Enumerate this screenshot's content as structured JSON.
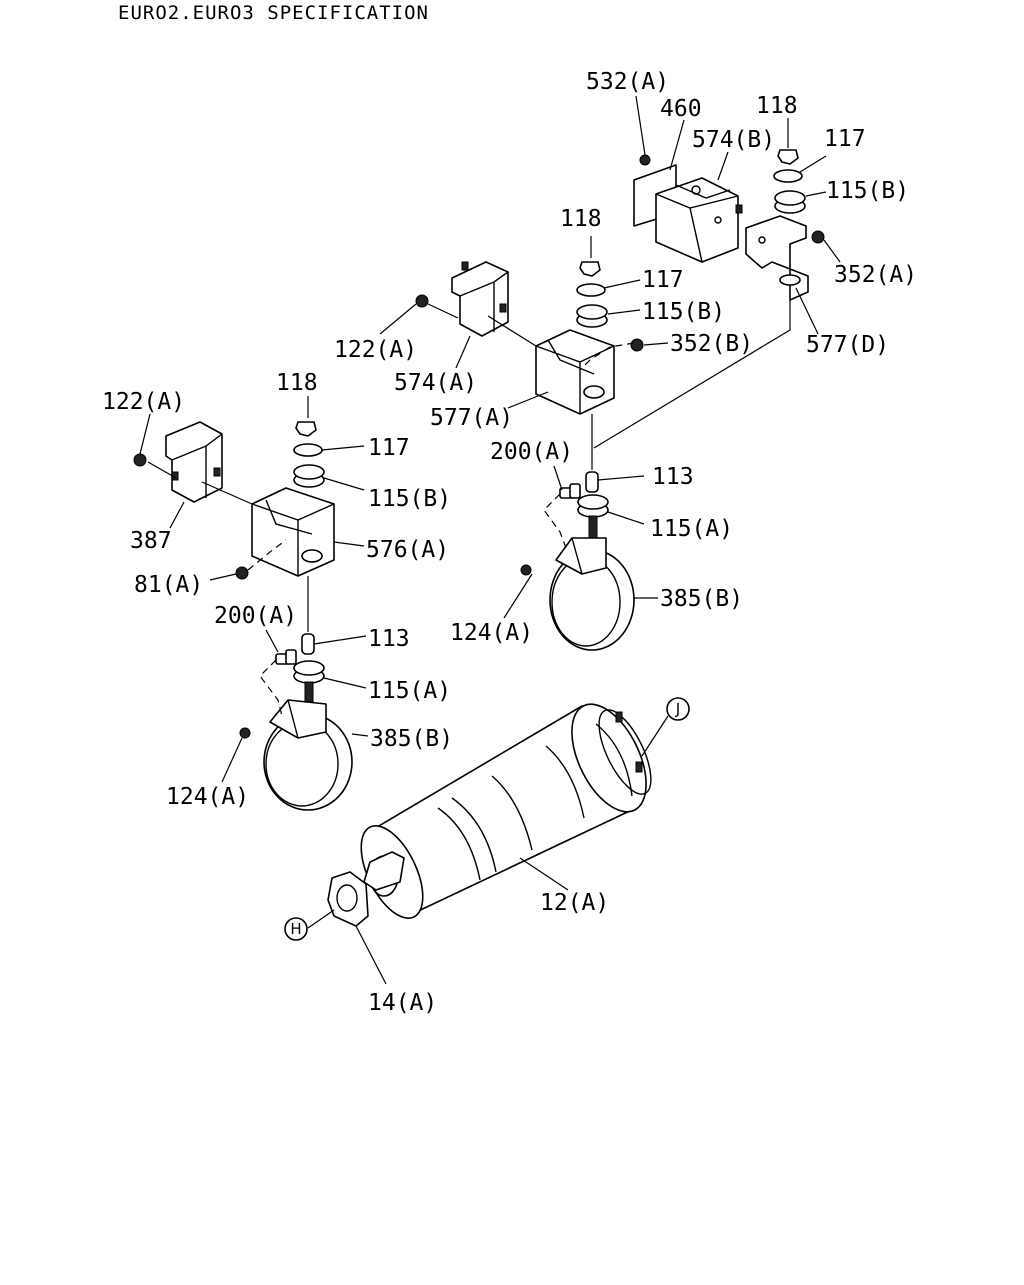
{
  "title": "EURO2.EURO3 SPECIFICATION",
  "callouts": {
    "c532A": "532(A)",
    "c460": "460",
    "c574B": "574(B)",
    "c118a": "118",
    "c117a": "117",
    "c115Ba": "115(B)",
    "c352A": "352(A)",
    "c577D": "577(D)",
    "c118b": "118",
    "c117b": "117",
    "c115Bb": "115(B)",
    "c352B": "352(B)",
    "c122Aa": "122(A)",
    "c574A": "574(A)",
    "c577A": "577(A)",
    "c200Aa": "200(A)",
    "c113a": "113",
    "c115Aa": "115(A)",
    "c124Aa": "124(A)",
    "c385Ba": "385(B)",
    "c122Ab": "122(A)",
    "c118c": "118",
    "c117c": "117",
    "c115Bc": "115(B)",
    "c387": "387",
    "c576A": "576(A)",
    "c81A": "81(A)",
    "c200Ab": "200(A)",
    "c113b": "113",
    "c115Ab": "115(A)",
    "c385Bb": "385(B)",
    "c124Ab": "124(A)",
    "c12A": "12(A)",
    "c14A": "14(A)",
    "refJ": "J",
    "refH": "H"
  }
}
